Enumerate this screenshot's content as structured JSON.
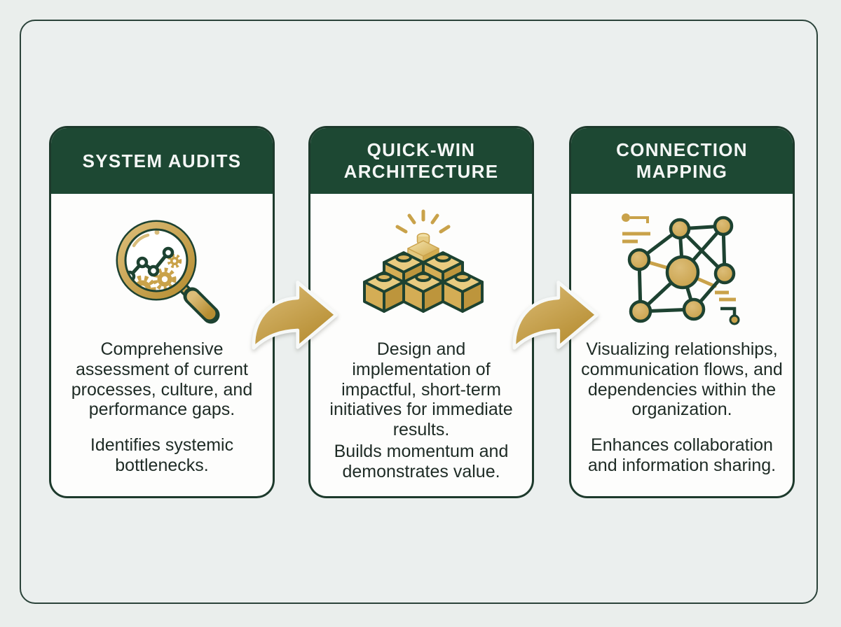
{
  "canvas": {
    "background": "#eaeeec",
    "frame_border": "#2b433a"
  },
  "theme": {
    "header_green": "#1d4833",
    "card_border": "#1d3a2c",
    "card_background": "#fdfdfc",
    "header_text": "#f5f7f6",
    "body_text": "#1e2b25",
    "gold": "#c9a24a",
    "gold_light": "#dcbd78",
    "gold_dark": "#b68d31"
  },
  "cards": [
    {
      "title": "SYSTEM AUDITS",
      "icon": "magnifier-analytics-icon",
      "paragraphs": [
        "Comprehensive assessment of current processes, culture, and performance gaps.",
        "Identifies systemic bottlenecks."
      ]
    },
    {
      "title": "QUICK-WIN ARCHITECTURE",
      "icon": "building-blocks-icon",
      "paragraphs": [
        "Design and implementation of impactful, short-term initiatives for immediate results.",
        "Builds momentum and demonstrates value."
      ]
    },
    {
      "title": "CONNECTION MAPPING",
      "icon": "network-graph-icon",
      "paragraphs": [
        "Visualizing relationships, communication flows, and dependencies within the organization.",
        "Enhances collaboration and information sharing."
      ]
    }
  ],
  "arrows": [
    {
      "name": "flow-arrow-1"
    },
    {
      "name": "flow-arrow-2"
    }
  ]
}
